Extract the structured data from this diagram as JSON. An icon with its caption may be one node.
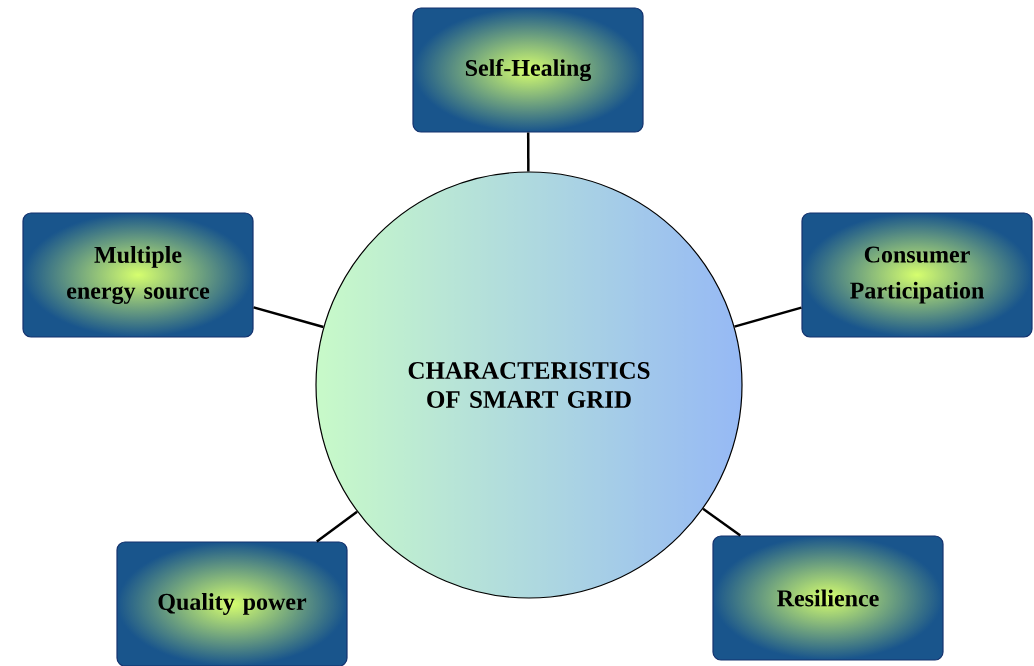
{
  "diagram": {
    "nodes": [
      {
        "text": [
          "CHARACTERISTICS OF SMART GRID"
        ]
      },
      {
        "text": [
          "Self-Healing"
        ]
      },
      {
        "text": [
          "Multiple energy source"
        ]
      },
      {
        "text": [
          "Consumer Participation"
        ]
      },
      {
        "text": [
          "Quality power"
        ]
      },
      {
        "text": [
          "Resilience"
        ]
      }
    ],
    "edges": [
      {
        "from": 0,
        "to": 1,
        "arrow": "none"
      },
      {
        "from": 0,
        "to": 2,
        "arrow": "none"
      },
      {
        "from": 0,
        "to": 3,
        "arrow": "none"
      },
      {
        "from": 0,
        "to": 4,
        "arrow": "none"
      },
      {
        "from": 0,
        "to": 5,
        "arrow": "none"
      }
    ]
  }
}
